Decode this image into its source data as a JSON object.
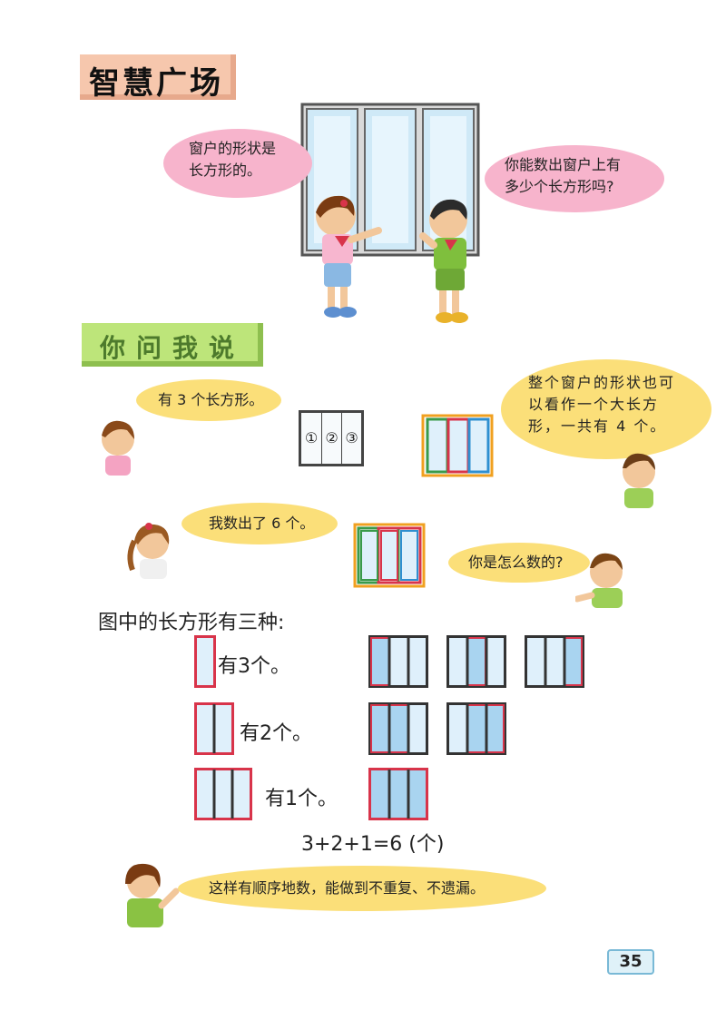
{
  "section1_title": "智慧广场",
  "section2_title": "你问我说",
  "bubbles": {
    "girl_window": [
      "窗户的形状是",
      "长方形的。"
    ],
    "boy_window": [
      "你能数出窗户上有",
      "多少个长方形吗?"
    ],
    "three_rects": "有 3 个长方形。",
    "four_rects": [
      "整个窗户的形状也可",
      "以看作一个大长方",
      "形，一共有 4 个。"
    ],
    "six_rects": "我数出了 6 个。",
    "how_count": "你是怎么数的?",
    "summary": "这样有顺序地数，能做到不重复、不遗漏。"
  },
  "numbered_labels": [
    "①",
    "②",
    "③"
  ],
  "types_heading": "图中的长方形有三种:",
  "type_rows": [
    {
      "label": "有3个。"
    },
    {
      "label": "有2个。"
    },
    {
      "label": "有1个。"
    }
  ],
  "equation": "3+2+1=6 (个)",
  "page_number": "35",
  "colors": {
    "red": "#d8344a",
    "green": "#3a9a4a",
    "orange": "#f0a020",
    "blue": "#2f8fd0",
    "pane": "#dff0fb",
    "highlight": "#a9d4f0"
  }
}
